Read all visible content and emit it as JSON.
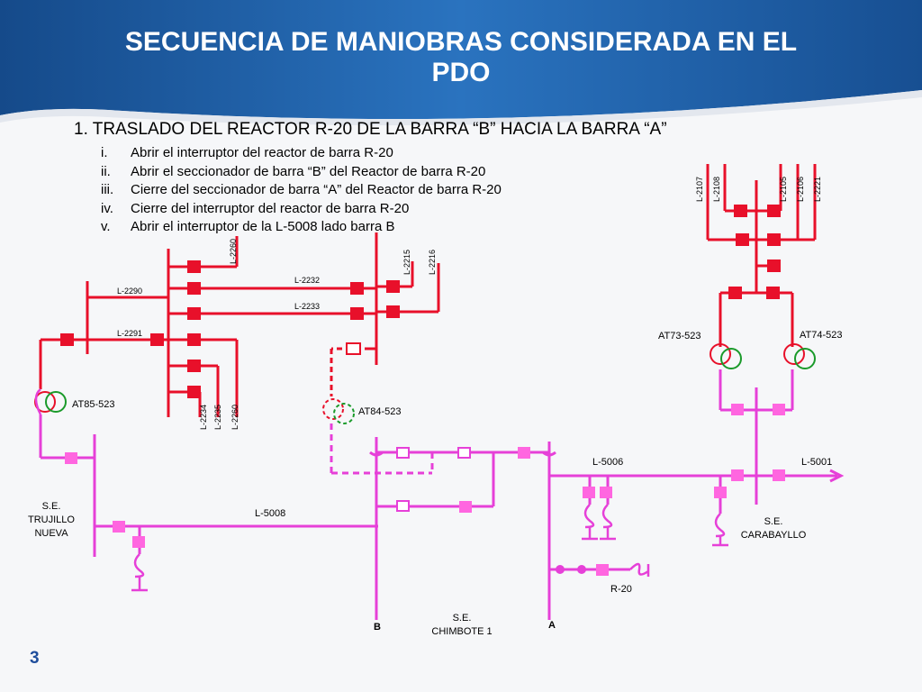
{
  "slide": {
    "title_line1": "SECUENCIA DE MANIOBRAS CONSIDERADA EN EL",
    "title_line2": "PDO",
    "subtitle": "1. TRASLADO DEL REACTOR R-20 DE LA BARRA “B” HACIA LA BARRA “A”",
    "steps": [
      {
        "num": "i.",
        "text": "Abrir el interruptor del reactor de barra  R-20"
      },
      {
        "num": "ii.",
        "text": "Abrir el seccionador de barra “B” del Reactor de barra R-20"
      },
      {
        "num": "iii.",
        "text": "Cierre  del seccionador de barra “A” del Reactor de barra R-20"
      },
      {
        "num": "iv.",
        "text": "Cierre del interruptor del reactor de barra R-20"
      },
      {
        "num": "v.",
        "text": "Abrir el interruptor de la L-5008 lado barra B"
      }
    ],
    "page_number": "3"
  },
  "diagram": {
    "colors": {
      "red": "#e8102a",
      "magenta": "#e640d8",
      "pink": "#ff66e0",
      "green": "#1a9a2a",
      "header": "#1f5fa6"
    },
    "labels": {
      "l2290": "L-2290",
      "l2291": "L-2291",
      "l2232": "L-2232",
      "l2233": "L-2233",
      "l2260_top": "L-2260",
      "l2215": "L-2215",
      "l2216": "L-2216",
      "l2234": "L-2234",
      "l2235": "L-2235",
      "l2260_bottom": "L-2260",
      "l2107": "L-2107",
      "l2108": "L-2108",
      "l2105": "L-2105",
      "l2106": "L-2106",
      "l2221": "L-2221",
      "at73": "AT73-523",
      "at74": "AT74-523",
      "at85": "AT85-523",
      "at84": "AT84-523",
      "l5006": "L-5006",
      "l5001": "L-5001",
      "l5008": "L-5008",
      "r20": "R-20",
      "se_trujillo": [
        "S.E.",
        "TRUJILLO",
        "NUEVA"
      ],
      "se_carabayllo": [
        "S.E.",
        "CARABAYLLO"
      ],
      "se_chimbote": [
        "S.E.",
        "CHIMBOTE 1"
      ],
      "bus_b": "B",
      "bus_a": "A"
    }
  }
}
